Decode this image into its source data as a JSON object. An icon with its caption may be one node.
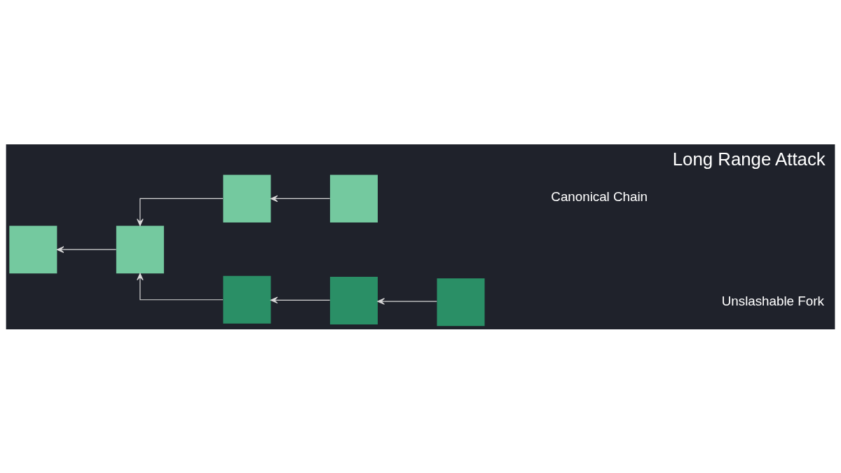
{
  "diagram": {
    "title": "Long Range Attack",
    "nodes": [
      {
        "text": [],
        "shape": "box"
      },
      {
        "text": [],
        "shape": "box"
      },
      {
        "text": [],
        "shape": "box"
      },
      {
        "text": [],
        "shape": "box"
      },
      {
        "text": [],
        "shape": "box"
      },
      {
        "text": [],
        "shape": "box"
      },
      {
        "text": [],
        "shape": "box"
      }
    ],
    "edges": [
      {
        "from": 1,
        "to": 0,
        "arrow": "to"
      },
      {
        "from": 2,
        "to": 1,
        "arrow": "to"
      },
      {
        "from": 3,
        "to": 2,
        "arrow": "to"
      },
      {
        "from": 4,
        "to": 1,
        "arrow": "to"
      },
      {
        "from": 5,
        "to": 4,
        "arrow": "to"
      },
      {
        "from": 6,
        "to": 5,
        "arrow": "to"
      }
    ],
    "labels": [
      "Canonical Chain",
      "Unslashable Fork"
    ]
  }
}
